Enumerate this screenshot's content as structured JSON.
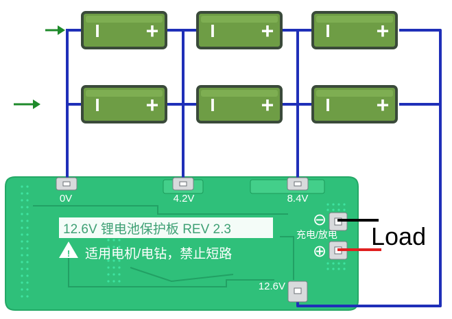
{
  "pcb": {
    "board_label": "12.6V 锂电池保护板 REV 2.3",
    "warning": "适用电机/电钻，禁止短路",
    "pads": [
      "0V",
      "4.2V",
      "8.4V",
      "12.6V"
    ],
    "charge_discharge_label": "充电/放电",
    "minus_symbol": "⊖",
    "plus_symbol": "⊕",
    "warning_mark": "!"
  },
  "battery": {
    "minus_mark": "I",
    "plus_mark": "+"
  },
  "load_label": "Load",
  "colors": {
    "wire": "#1f2fb8",
    "battery_body": "#6e9d45",
    "battery_outline": "#3a4a3a",
    "arrow": "#1e8a2a",
    "pcb": "#2fc07a",
    "load_negative": "#000000",
    "load_positive": "#e02020"
  }
}
